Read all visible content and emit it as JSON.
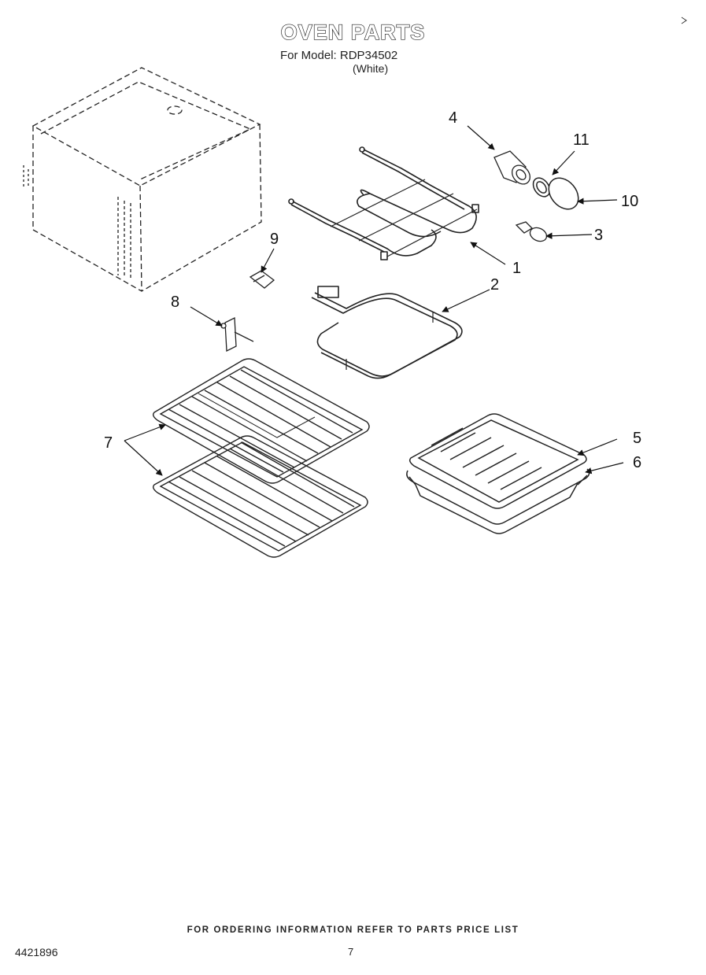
{
  "header": {
    "title": "OVEN PARTS",
    "model_line": "For Model: RDP34502",
    "variant": "(White)"
  },
  "callouts": {
    "c1": "1",
    "c2": "2",
    "c3": "3",
    "c4": "4",
    "c5": "5",
    "c6": "6",
    "c7": "7",
    "c8": "8",
    "c9": "9",
    "c10": "10",
    "c11": "11"
  },
  "footer": {
    "ordering_note": "FOR ORDERING INFORMATION REFER TO PARTS PRICE LIST",
    "document_number": "4421896",
    "page_number": "7"
  }
}
